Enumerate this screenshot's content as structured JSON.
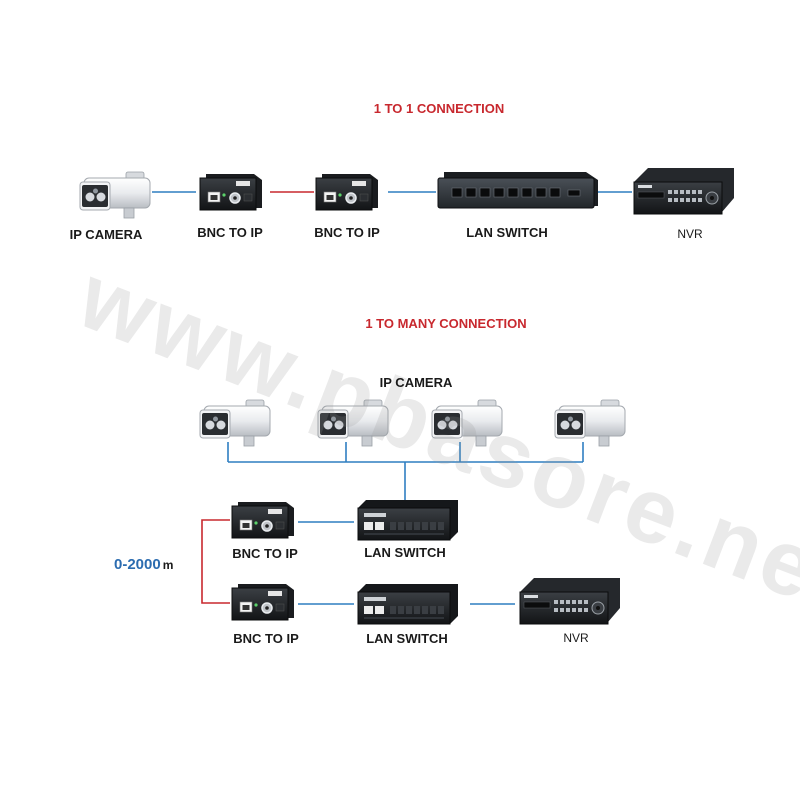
{
  "sections": {
    "one_to_one": {
      "title": "1 TO 1 CONNECTION"
    },
    "one_to_many": {
      "title": "1 TO MANY CONNECTION"
    }
  },
  "labels": {
    "ip_camera": "IP CAMERA",
    "bnc_to_ip": "BNC TO IP",
    "lan_switch": "LAN SWITCH",
    "nvr": "NVR"
  },
  "distance": {
    "value": "0-2000",
    "unit": "m"
  },
  "watermark": "www.pbasore.net",
  "colors": {
    "coax_link": "#c8282e",
    "network_link": "#2f7fc1",
    "heading": "#c8282e",
    "distance_text": "#2b6cb0"
  }
}
